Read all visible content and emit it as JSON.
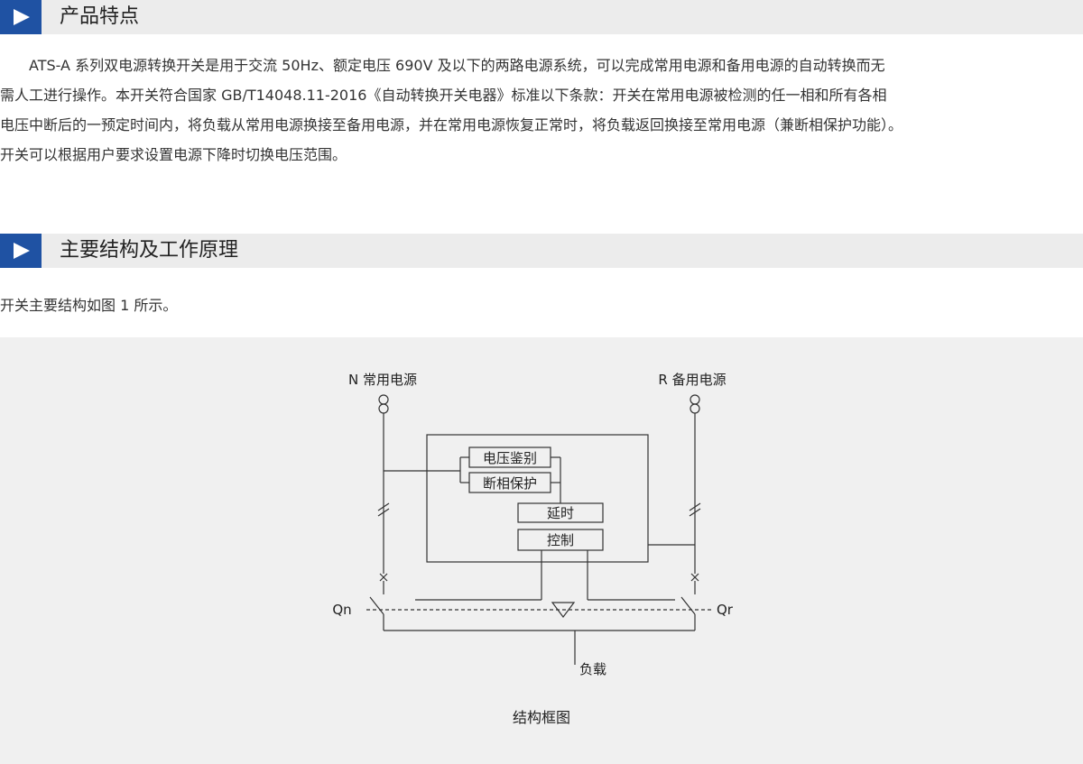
{
  "sections": [
    {
      "title": "产品特点"
    },
    {
      "title": "主要结构及工作原理"
    }
  ],
  "features_paragraph": [
    "　　ATS-A 系列双电源转换开关是用于交流 50Hz、额定电压 690V 及以下的两路电源系统，可以完成常用电源和备用电源的自动转换而无",
    "需人工进行操作。本开关符合国家 GB/T14048.11-2016《自动转换开关电器》标准以下条款：开关在常用电源被检测的任一相和所有各相",
    "电压中断后的一预定时间内，将负载从常用电源换接至备用电源，并在常用电源恢复正常时，将负载返回换接至常用电源（兼断相保护功能）。",
    "开关可以根据用户要求设置电源下降时切换电压范围。"
  ],
  "structure_paragraph": "开关主要结构如图 1 所示。",
  "diagram": {
    "normal_source_label": "N 常用电源",
    "reserve_source_label": "R 备用电源",
    "voltage_detect_label": "电压鉴别",
    "phase_protect_label": "断相保护",
    "delay_label": "延时",
    "control_label": "控制",
    "switch_n_label": "Qn",
    "switch_r_label": "Qr",
    "load_label": "负载",
    "caption": "结构框图"
  },
  "colors": {
    "accent": "#1f52a3",
    "header_bg": "#ececec",
    "panel_bg": "#f0f0f0",
    "text": "#333333"
  }
}
